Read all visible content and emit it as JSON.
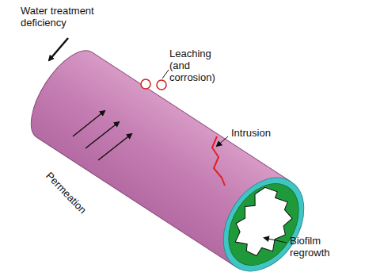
{
  "diagram": {
    "labels": [
      "Water treatment deficiency",
      "Leaching (and corrosion)",
      "Intrusion",
      "Permeation",
      "Biofilm regrowth"
    ]
  }
}
